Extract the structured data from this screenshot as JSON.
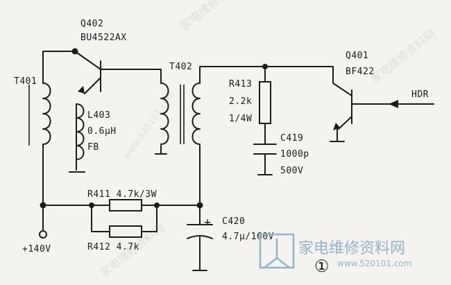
{
  "components": {
    "q402": {
      "ref": "Q402",
      "part": "BU4522AX"
    },
    "q401": {
      "ref": "Q401",
      "part": "BF422"
    },
    "t401": {
      "ref": "T401"
    },
    "t402": {
      "ref": "T402"
    },
    "l403": {
      "ref": "L403",
      "value": "0.6μH",
      "note": "FB"
    },
    "r413": {
      "ref": "R413",
      "value": "2.2k",
      "rating": "1/4W"
    },
    "c419": {
      "ref": "C419",
      "value": "1000p",
      "rating": "500V"
    },
    "r411": {
      "label": "R411 4.7k/3W"
    },
    "r412": {
      "label": "R412 4.7k"
    },
    "c420": {
      "ref": "C420",
      "value": "4.7μ/160V",
      "polarity": "+"
    },
    "supply": {
      "label": "+140V"
    },
    "input": {
      "label": "HDR"
    }
  },
  "figure_number": "①",
  "watermark": {
    "site_name": "家电维修资料网",
    "url": "www.520101.com"
  },
  "colors": {
    "ink": "#1b1b1b",
    "paper": "#f4f3ef",
    "watermark_accent": "#8fb7c9"
  }
}
